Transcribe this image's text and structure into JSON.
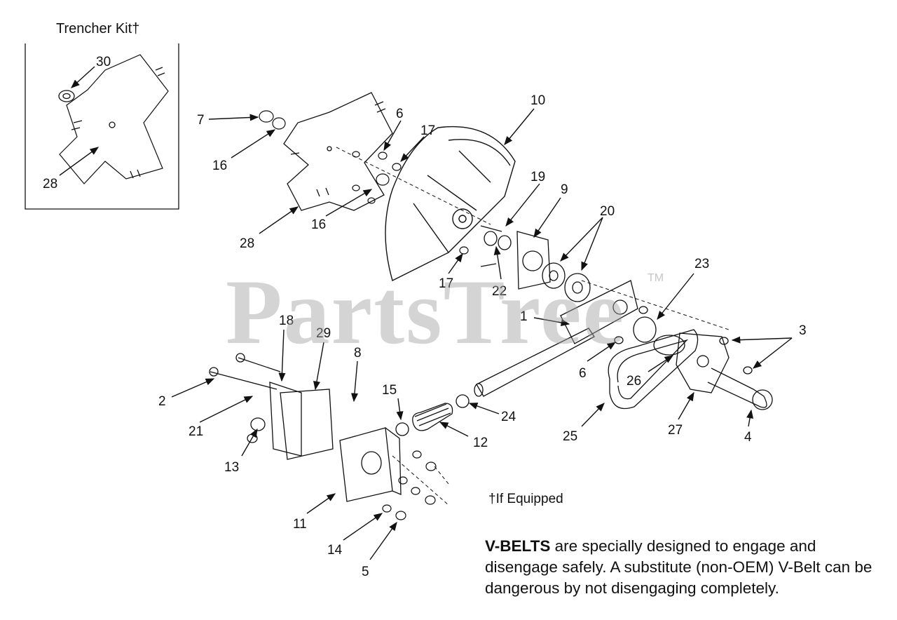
{
  "trencher_kit": {
    "title": "Trencher Kit†"
  },
  "note": "†If Equipped",
  "warning": {
    "bold": "V-BELTS",
    "text": " are specially designed to engage and disengage safely. A substitute (non-OEM) V-Belt can be dangerous by not disengaging completely."
  },
  "watermark": {
    "text": "PartsTree",
    "tm": "TM"
  },
  "callouts": {
    "c30": "30",
    "c28a": "28",
    "c7": "7",
    "c16a": "16",
    "c6a": "6",
    "c17a": "17",
    "c10": "10",
    "c19": "19",
    "c9": "9",
    "c20": "20",
    "c28b": "28",
    "c16b": "16",
    "c17b": "17",
    "c22": "22",
    "c23": "23",
    "c1": "1",
    "c3": "3",
    "c6b": "6",
    "c26": "26",
    "c18": "18",
    "c29": "29",
    "c8": "8",
    "c2": "2",
    "c21": "21",
    "c13": "13",
    "c15": "15",
    "c24": "24",
    "c12": "12",
    "c25": "25",
    "c27": "27",
    "c4": "4",
    "c11": "11",
    "c14": "14",
    "c5": "5"
  }
}
